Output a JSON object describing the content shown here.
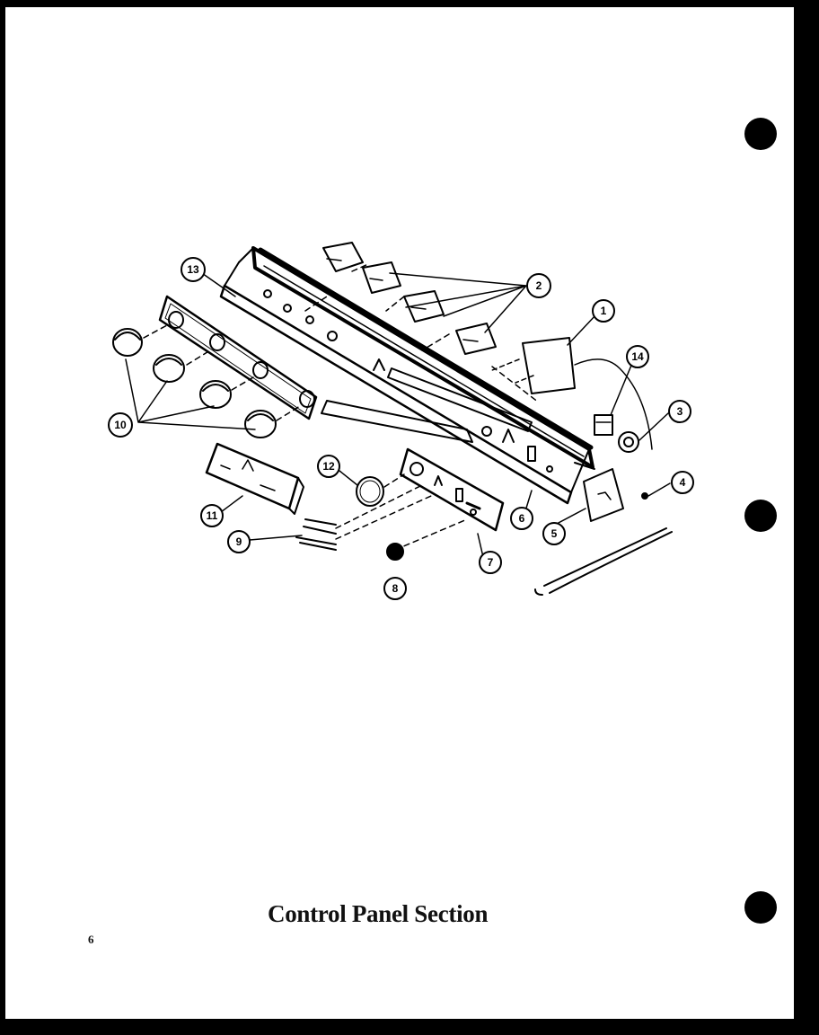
{
  "title": "Control Panel Section",
  "page_number": "6",
  "callouts": [
    "1",
    "2",
    "3",
    "4",
    "5",
    "6",
    "7",
    "8",
    "9",
    "10",
    "11",
    "12",
    "13",
    "14"
  ],
  "colors": {
    "ink": "#000000",
    "paper": "#ffffff"
  }
}
